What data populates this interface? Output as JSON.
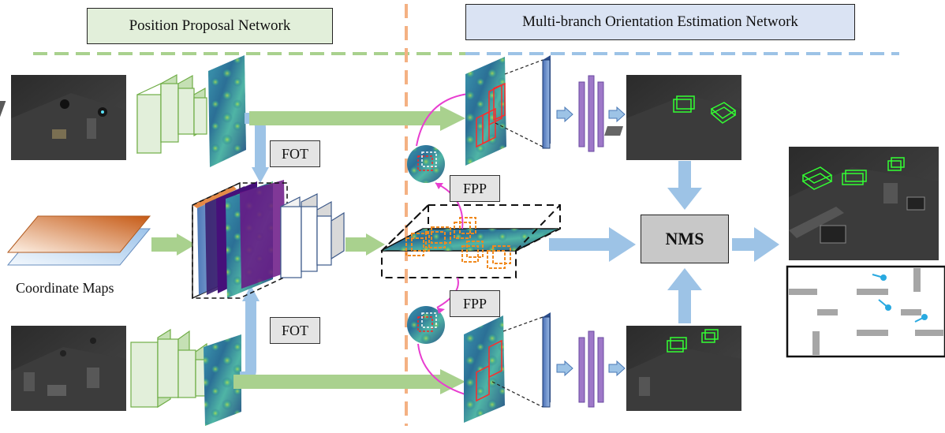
{
  "labels": {
    "position_proposal": "Position Proposal Network",
    "multi_branch": "Multi-branch Orientation Estimation Network",
    "fot": "FOT",
    "fpp": "FPP",
    "nms": "NMS",
    "coordinate_maps": "Coordinate Maps"
  },
  "colors": {
    "green_header": "#e2efda",
    "blue_header": "#dae3f3",
    "green_arrow": "#a9d18e",
    "blue_arrow": "#9dc3e6",
    "magenta_arrow": "#e83ed0",
    "purple_bar": "#9e78c8",
    "divider": "#f4b183",
    "box_green": "#33ff33",
    "map_robot": "#29a9e0"
  }
}
